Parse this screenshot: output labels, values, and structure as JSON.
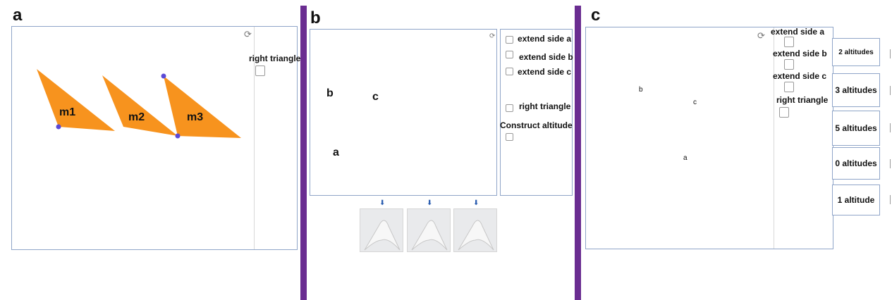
{
  "panels": {
    "a": {
      "letter": "a",
      "right_triangle_label": "right triangle",
      "triangles": [
        "m1",
        "m2",
        "m3"
      ]
    },
    "b": {
      "letter": "b",
      "side_labels": {
        "b": "b",
        "a": "a",
        "c": "c"
      },
      "checkboxes": [
        "extend side a",
        "extend side b",
        "extend side c",
        "right triangle",
        "Construct altitude"
      ]
    },
    "c": {
      "letter": "c",
      "side_labels": {
        "b": "b",
        "c": "c",
        "a": "a"
      },
      "checkboxes": [
        "extend side a",
        "extend side b",
        "extend side c",
        "right triangle"
      ],
      "altitude_buttons": [
        "2 altitudes",
        "3 altitudes",
        "5 altitudes",
        "0 altitudes",
        "1 altitude"
      ]
    }
  },
  "colors": {
    "triangle_fill": "#f7931e",
    "vertex": "#5b4ad6",
    "divider": "#6a2d91",
    "frame_border": "#8fa5c8"
  },
  "icons": [
    "refresh-icon",
    "down-arrow-icon"
  ]
}
